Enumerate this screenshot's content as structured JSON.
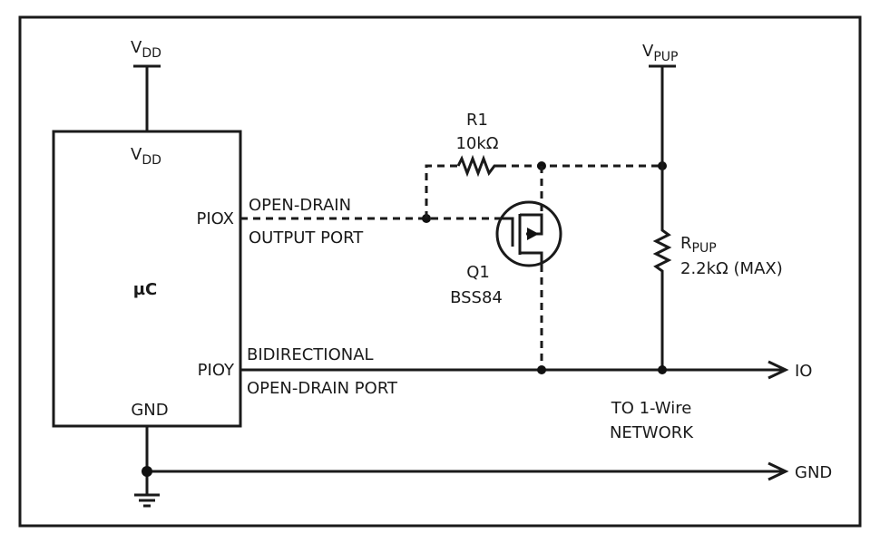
{
  "supply_left": {
    "main": "V",
    "sub": "DD"
  },
  "supply_right": {
    "main": "V",
    "sub": "PUP"
  },
  "mcu": {
    "vdd": {
      "main": "V",
      "sub": "DD"
    },
    "name": "µC",
    "piox": "PIOX",
    "pioy": "PIOY",
    "gnd": "GND"
  },
  "piox_labels": [
    "OPEN-DRAIN",
    "OUTPUT PORT"
  ],
  "pioy_labels": [
    "BIDIRECTIONAL",
    "OPEN-DRAIN PORT"
  ],
  "r1": {
    "name": "R1",
    "value": "10kΩ"
  },
  "q1": {
    "name": "Q1",
    "part": "BSS84"
  },
  "rpup": {
    "main": "R",
    "sub": "PUP",
    "value": "2.2kΩ (MAX)"
  },
  "io_label": "IO",
  "network_labels": [
    "TO 1-Wire",
    "NETWORK"
  ],
  "gnd_label": "GND"
}
